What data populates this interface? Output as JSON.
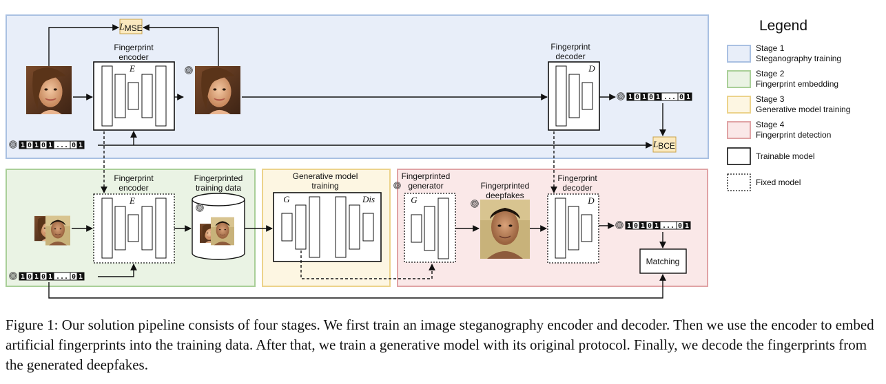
{
  "stages": {
    "s1": {
      "name": "Stage 1",
      "desc": "Steganography training",
      "color": "#e8eef9",
      "border": "#a9c0e2"
    },
    "s2": {
      "name": "Stage 2",
      "desc": "Fingerprint embedding",
      "color": "#eaf3e4",
      "border": "#a9cf98"
    },
    "s3": {
      "name": "Stage 3",
      "desc": "Generative model training",
      "color": "#fdf6e2",
      "border": "#ecd38b"
    },
    "s4": {
      "name": "Stage 4",
      "desc": "Fingerprint detection",
      "color": "#fae8e8",
      "border": "#e0a3a5"
    }
  },
  "legend": {
    "title": "Legend",
    "trainable": "Trainable model",
    "fixed": "Fixed model"
  },
  "nodes": {
    "enc1": {
      "title1": "Fingerprint",
      "title2": "encoder",
      "symbol": "E"
    },
    "dec1": {
      "title1": "Fingerprint",
      "title2": "decoder",
      "symbol": "D"
    },
    "enc2": {
      "title1": "Fingerprint",
      "title2": "encoder",
      "symbol": "E"
    },
    "data": {
      "title1": "Fingerprinted",
      "title2": "training data"
    },
    "gen": {
      "title1": "Generative model",
      "title2": "training",
      "g": "G",
      "dis": "Dis"
    },
    "fgen": {
      "title1": "Fingerprinted",
      "title2": "generator",
      "symbol": "G"
    },
    "fake": {
      "title1": "Fingerprinted",
      "title2": "deepfakes"
    },
    "dec2": {
      "title1": "Fingerprint",
      "title2": "decoder",
      "symbol": "D"
    },
    "matching": "Matching"
  },
  "losses": {
    "mse_main": "L",
    "mse_sub": "MSE",
    "bce_main": "L",
    "bce_sub": "BCE"
  },
  "bits": {
    "b1": "1",
    "b2": "0",
    "b3": "1",
    "b4": "0",
    "b5": "1",
    "ellipsis": "...",
    "b6": "0",
    "b7": "1"
  },
  "caption": "Figure 1: Our solution pipeline consists of four stages. We first train an image steganography encoder and decoder. Then we use the encoder to embed artificial fingerprints into the training data. After that, we train a generative model with its original protocol. Finally, we decode the fingerprints from the generated deepfakes."
}
